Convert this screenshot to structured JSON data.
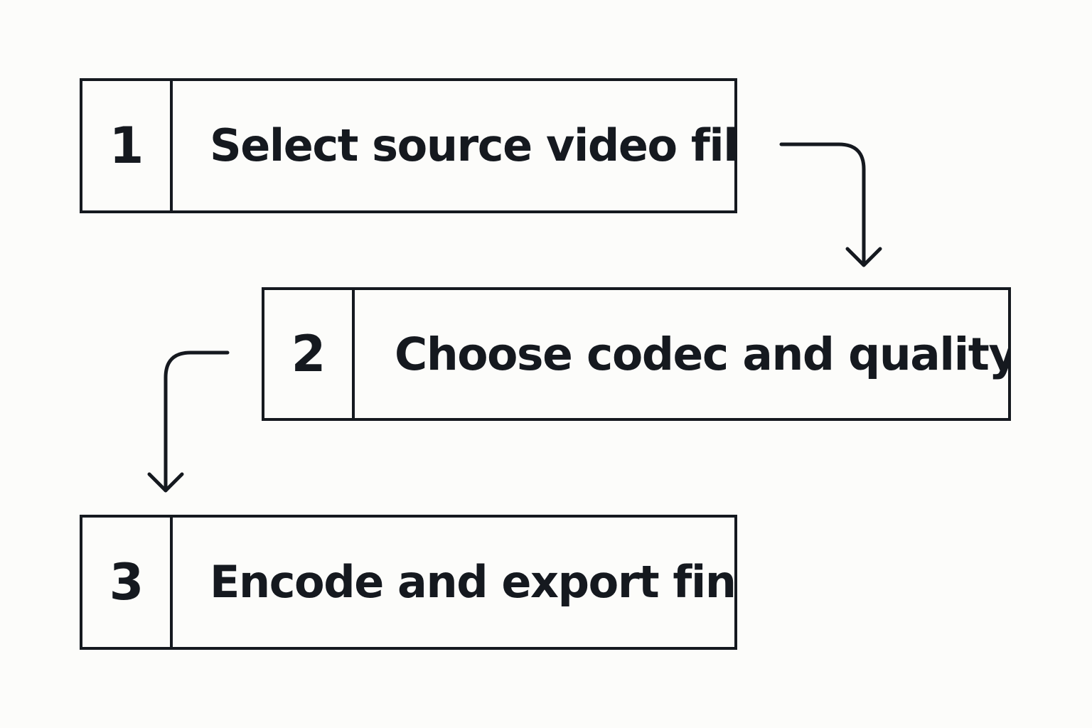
{
  "steps": [
    {
      "number": "1",
      "label": "Select source video file"
    },
    {
      "number": "2",
      "label": "Choose codec and quality"
    },
    {
      "number": "3",
      "label": "Encode and export final"
    }
  ],
  "colors": {
    "background": "#fcfcfa",
    "stroke": "#15191f",
    "text": "#15191f"
  }
}
